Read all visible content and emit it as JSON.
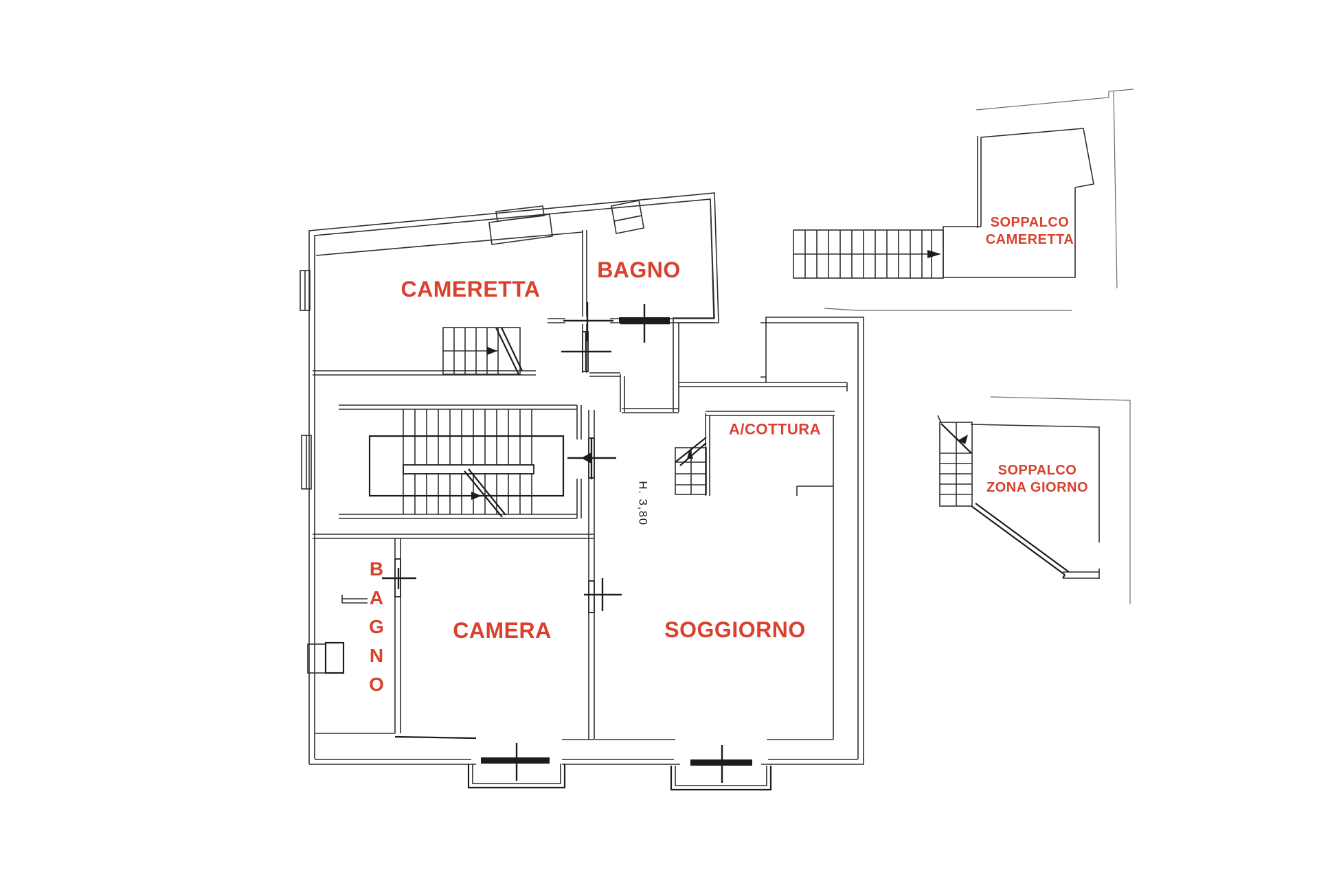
{
  "plan": {
    "colors": {
      "background": "#ffffff",
      "label_red": "#d9402e",
      "line_dark": "#1c1c1c",
      "line_mid": "#2e2e2e"
    },
    "rooms": {
      "cameretta": {
        "label": "CAMERETTA"
      },
      "bagno_top": {
        "label": "BAGNO"
      },
      "acottura": {
        "label": "A/COTTURA"
      },
      "camera": {
        "label": "CAMERA"
      },
      "soggiorno": {
        "label": "SOGGIORNO"
      },
      "bagno_small": {
        "label": "BAGNO"
      }
    },
    "details": {
      "soppalco_cameretta": {
        "line1": "SOPPALCO",
        "line2": "CAMERETTA"
      },
      "soppalco_zona_giorno": {
        "line1": "SOPPALCO",
        "line2": "ZONA GIORNO"
      }
    },
    "annotations": {
      "ceiling_height": "H. 3,80"
    }
  }
}
